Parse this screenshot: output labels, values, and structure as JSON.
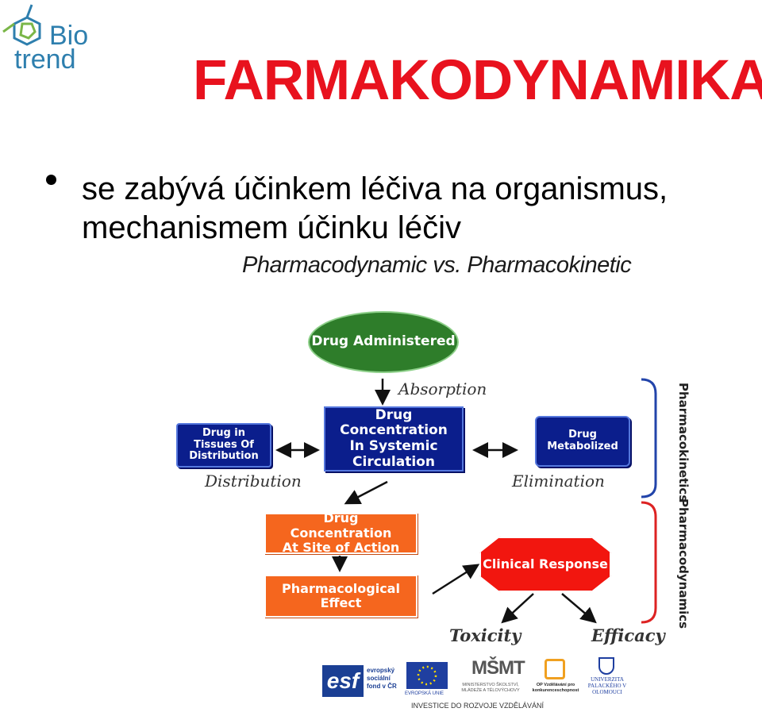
{
  "logo": {
    "bio": "Bio",
    "trend": "trend"
  },
  "title": "FARMAKODYNAMIKA",
  "bullet": {
    "text": "se zabývá účinkem léčiva na organismus, mechanismem účinku léčiv"
  },
  "diagram": {
    "title": "Pharmacodynamic vs. Pharmacokinetic",
    "nodes": {
      "drug_administered": "Drug Administered",
      "systemic": "Drug Concentration In Systemic Circulation",
      "tissues": "Drug in Tissues Of Distribution",
      "metabolized": "Drug Metabolized",
      "site_of_action": "Drug Concentration At Site of Action",
      "pharm_effect": "Pharmacological Effect",
      "clinical_response": "Clinical Response"
    },
    "labels": {
      "absorption": "Absorption",
      "distribution": "Distribution",
      "elimination": "Elimination",
      "toxicity": "Toxicity",
      "efficacy": "Efficacy"
    },
    "side_labels": {
      "pharmacokinetics": "Pharmacokinetics",
      "pharmacodynamics": "Pharmacodynamics"
    },
    "colors": {
      "navy": "#0b1e8c",
      "green": "#2e7d2a",
      "orange": "#f5661e",
      "red": "#f2160f"
    }
  },
  "footer": {
    "esf": "esf",
    "esf_text": "evropský sociální fond v ČR",
    "eu": "EVROPSKÁ UNIE",
    "msmt": "MINISTERSTVO ŠKOLSTVÍ, MLÁDEŽE A TĚLOVÝCHOVY",
    "op": "OP Vzdělávání pro konkurenceschopnost",
    "up": "UNIVERZITA PALACKÉHO V OLOMOUCI",
    "tagline": "INVESTICE DO ROZVOJE VZDĚLÁVÁNÍ"
  }
}
